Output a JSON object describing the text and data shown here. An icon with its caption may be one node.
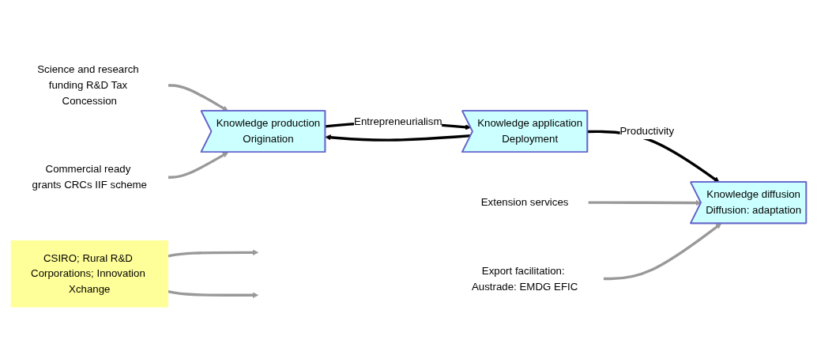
{
  "diagram": {
    "nodes": [
      {
        "text": [
          "Knowledge production",
          "Origination"
        ]
      },
      {
        "text": [
          "Knowledge application",
          "Deployment"
        ]
      },
      {
        "text": [
          "Knowledge diffusion",
          "Diffusion: adaptation"
        ]
      },
      {
        "text": [
          "Science and research funding R&D Tax Concession"
        ]
      },
      {
        "text": [
          "Commercial ready grants CRCs IIF scheme"
        ]
      },
      {
        "text": [
          "Extension services"
        ]
      },
      {
        "text": [
          "Export facilitation: Austrade: EMDG EFIC"
        ]
      },
      {
        "text": [
          "CSIRO; Rural R&D Corporations; Innovation Xchange"
        ]
      }
    ],
    "edges": [
      {
        "from": 0,
        "to": 1,
        "arrow": "to",
        "label": "Entrepreneurialism",
        "color": "#000000"
      },
      {
        "from": 1,
        "to": 0,
        "arrow": "to",
        "color": "#000000"
      },
      {
        "from": 1,
        "to": 2,
        "arrow": "to",
        "label": "Productivity",
        "color": "#000000"
      },
      {
        "from": 3,
        "to": 0,
        "arrow": "to"
      },
      {
        "from": 4,
        "to": 0,
        "arrow": "to"
      },
      {
        "from": 5,
        "to": 2,
        "arrow": "to"
      },
      {
        "from": 6,
        "to": 2,
        "arrow": "to"
      },
      {
        "from": 7,
        "to": null,
        "arrow": "to"
      },
      {
        "from": 7,
        "to": null,
        "arrow": "to"
      }
    ]
  }
}
